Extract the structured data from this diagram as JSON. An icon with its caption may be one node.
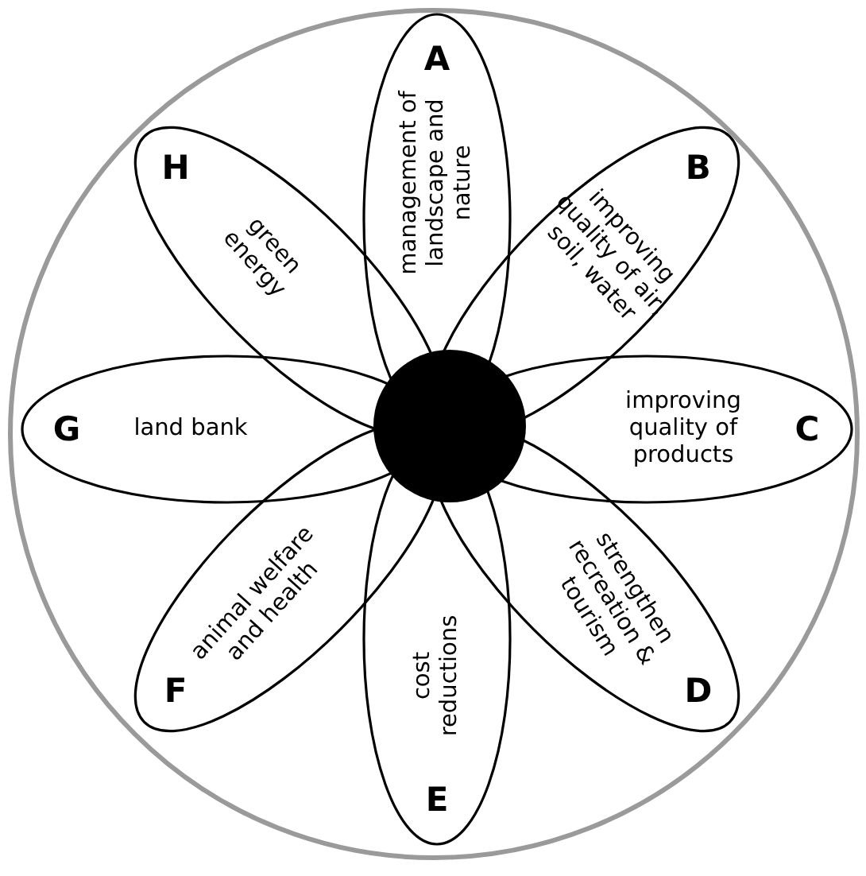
{
  "diagram": {
    "nodes": [
      {
        "text": [],
        "shape": "circle"
      },
      {
        "text": [],
        "shape": "circle",
        "in": 0
      },
      {
        "text": [
          "A",
          "management of landscape and nature"
        ],
        "in": 0
      },
      {
        "text": [
          "B",
          "improving quality of air, soil, water"
        ],
        "in": 0
      },
      {
        "text": [
          "improving quality of products",
          "C"
        ],
        "in": 0
      },
      {
        "text": [
          "strengthen recreation & tourism",
          "D"
        ],
        "in": 0
      },
      {
        "text": [
          "cost reductions",
          "E"
        ],
        "in": 0
      },
      {
        "text": [
          "animal welfare and health",
          "F"
        ],
        "in": 0
      },
      {
        "text": [
          "G",
          "land bank"
        ],
        "in": 0
      },
      {
        "text": [
          "H",
          "green energy"
        ],
        "in": 0
      }
    ]
  }
}
